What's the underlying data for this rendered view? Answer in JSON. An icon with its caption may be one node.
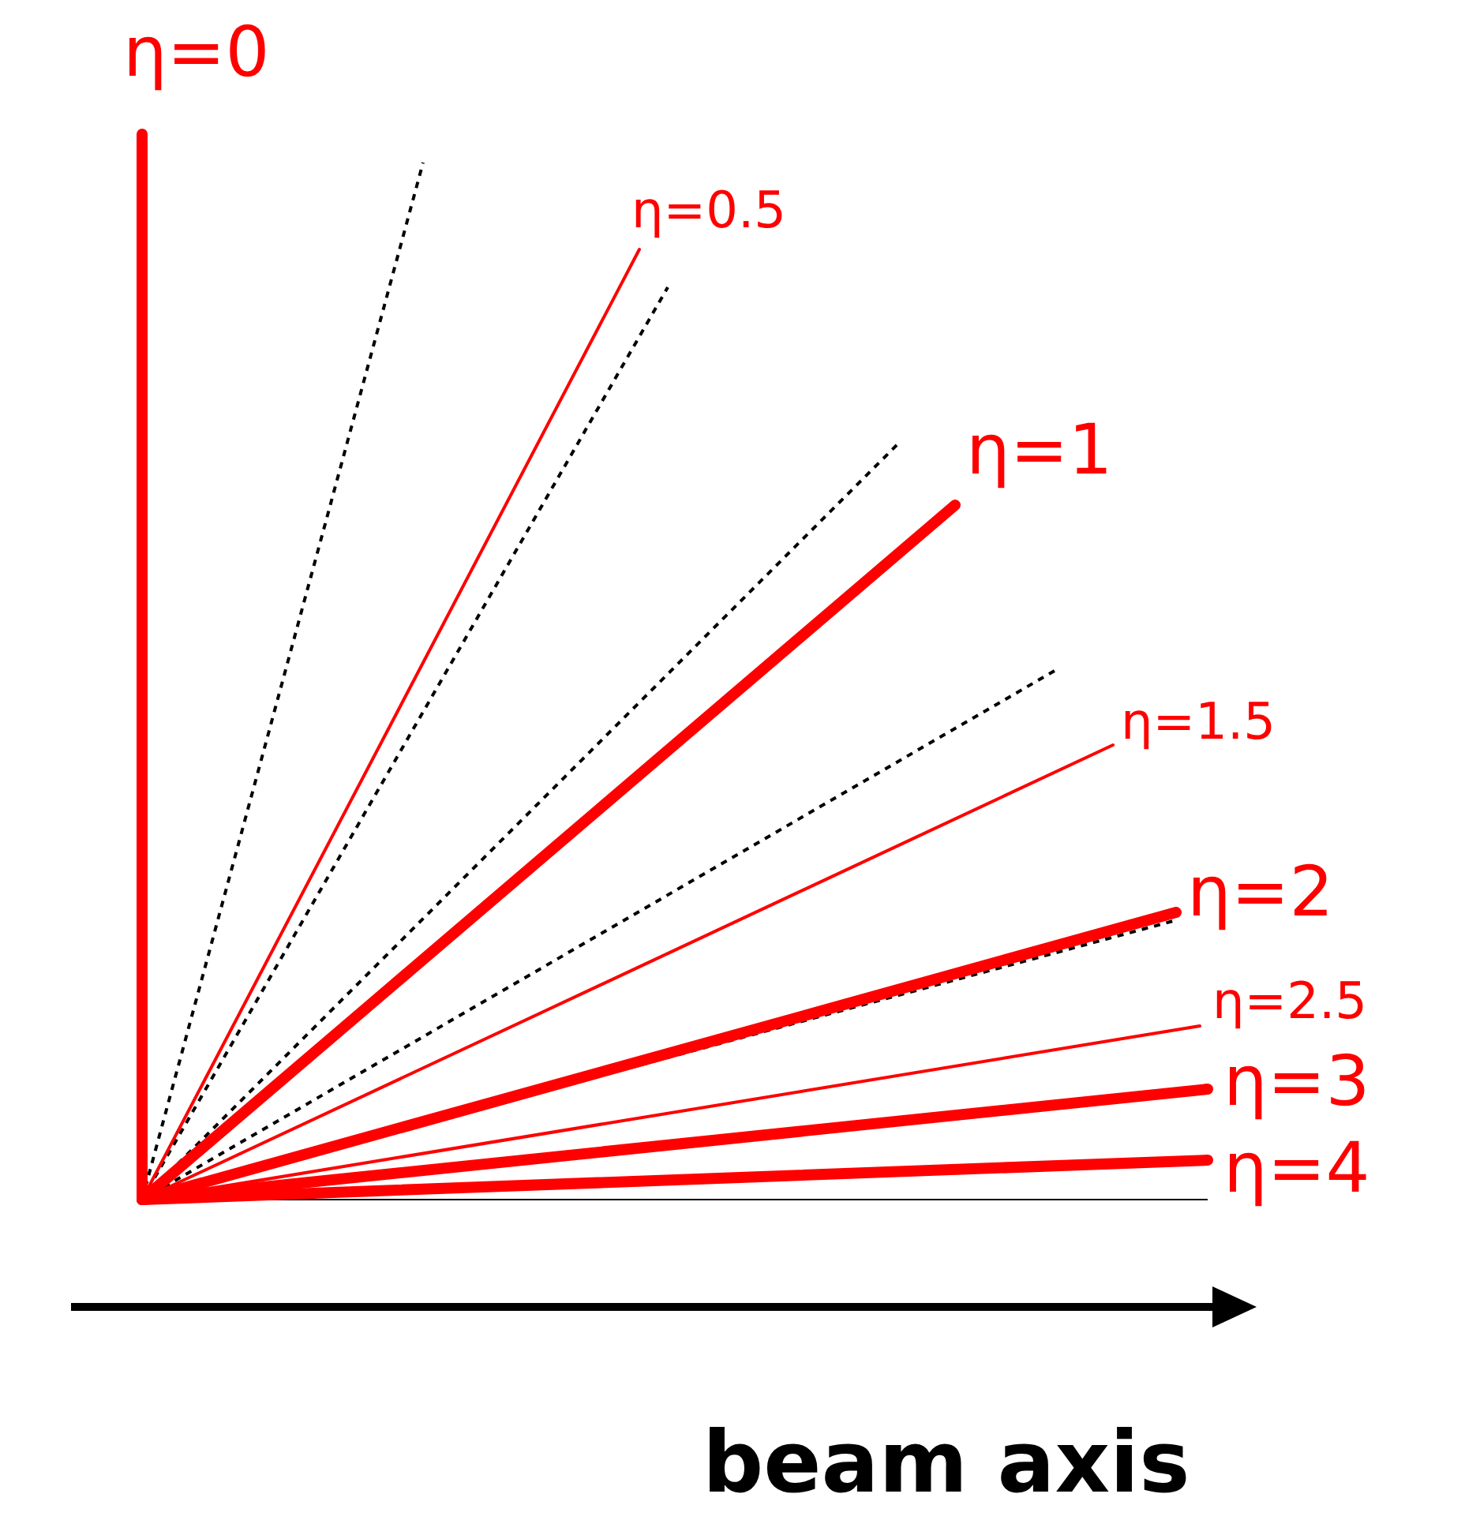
{
  "diagram": {
    "labels": [
      "η=0",
      "η=0.5",
      "η=1",
      "η=1.5",
      "η=2",
      "η=2.5",
      "η=3",
      "η=4",
      "beam axis"
    ]
  }
}
